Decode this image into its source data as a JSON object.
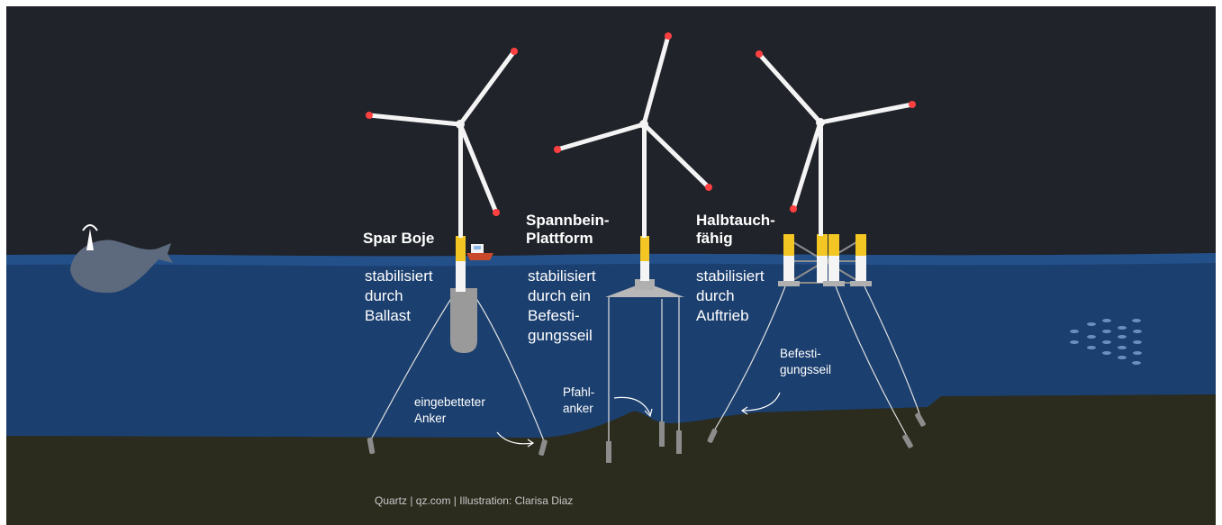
{
  "colors": {
    "sky": "#20232a",
    "water": "#1b3f6f",
    "water_surface": "#24508a",
    "seabed": "#2b2b1e",
    "tower": "#f4f4f4",
    "float_yellow": "#f3c623",
    "ballast": "#9a9a9a",
    "light_red": "#ff4040",
    "rope": "#e8e8e8",
    "text": "#ffffff"
  },
  "turbines": [
    {
      "name": "spar-buoy",
      "title": "Spar Boje",
      "description": "stabilisiert\ndurch\nBallast"
    },
    {
      "name": "tension-leg",
      "title": "Spannbein-\nPlattform",
      "description": "stabilisiert\ndurch ein\nBefesti-\ngungsseil"
    },
    {
      "name": "semi-submersible",
      "title": "Halbtauch-\nfähig",
      "description": "stabilisiert\ndurch\nAuftrieb"
    }
  ],
  "annotations": {
    "embedded_anchor": "eingebetteter\nAnker",
    "pile_anchor": "Pfahl-\nanker",
    "mooring_line": "Befesti-\ngungsseil"
  },
  "credit": "Quartz | qz.com | Illustration: Clarisa Diaz"
}
